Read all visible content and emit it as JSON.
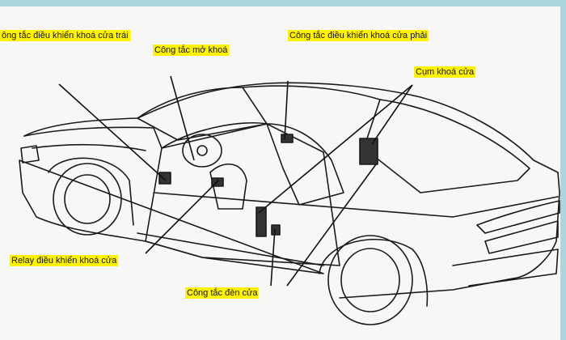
{
  "labels": {
    "left_switch": "ông tắc điều khiển khoá cửa trái",
    "unlock_switch": "Công tắc mở khoá",
    "right_switch": "Công tắc điều khiển khoá cửa phải",
    "lock_assembly": "Cụm khoá cửa",
    "relay": "Relay điều khiển khoá cửa",
    "door_light_switch": "Công tắc đèn cửa"
  },
  "colors": {
    "label_bg": "#fff200",
    "line": "#111111",
    "background": "#f7f8f6",
    "border": "#a9d6df"
  }
}
